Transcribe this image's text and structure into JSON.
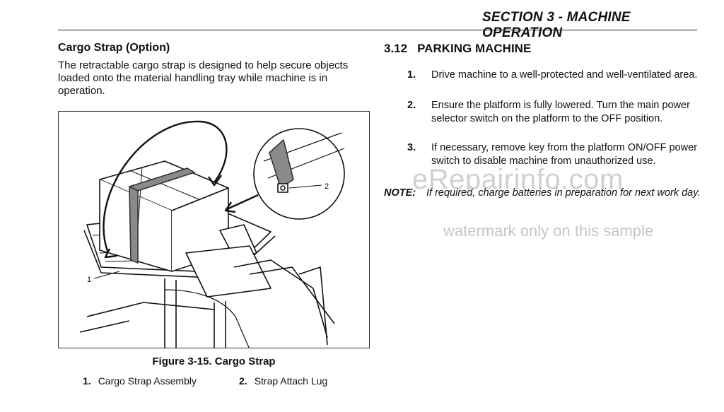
{
  "header": {
    "section_title": "SECTION 3 - MACHINE OPERATION"
  },
  "left": {
    "heading": "Cargo Strap (Option)",
    "paragraph": "The retractable cargo strap is designed to help secure objects loaded onto the material handling tray while machine is in operation."
  },
  "figure": {
    "callout_1": "1",
    "callout_2": "2",
    "caption": "Figure 3-15. Cargo Strap",
    "legend": [
      {
        "num": "1.",
        "label": "Cargo Strap Assembly"
      },
      {
        "num": "2.",
        "label": "Strap Attach Lug"
      }
    ]
  },
  "right": {
    "section_number": "3.12",
    "heading": "PARKING MACHINE",
    "steps": [
      {
        "num": "1.",
        "text": "Drive machine to a well-protected and well-ventilated area."
      },
      {
        "num": "2.",
        "text": "Ensure the platform is fully lowered. Turn the main power selector switch on the platform to the OFF position."
      },
      {
        "num": "3.",
        "text": "If necessary, remove key from the platform ON/OFF power switch to disable machine from unauthorized use."
      }
    ],
    "note_label": "NOTE:",
    "note_text": "If required, charge batteries in preparation for next work day."
  },
  "watermark": {
    "line1": "eRepairinfo.com",
    "line2": "watermark only on this sample"
  }
}
